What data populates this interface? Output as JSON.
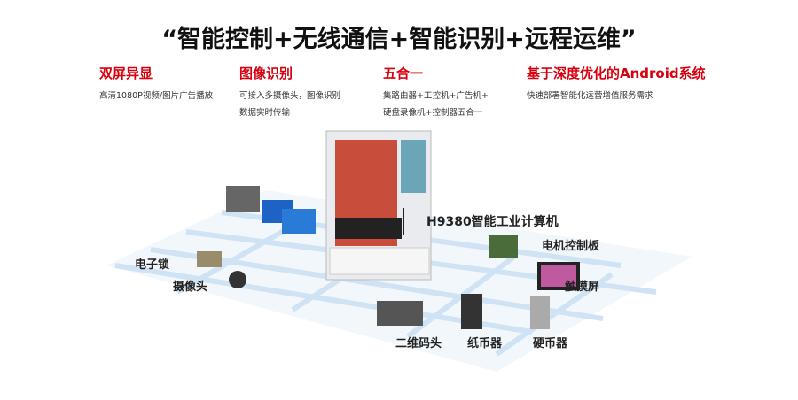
{
  "title": "“智能控制+无线通信+智能识别+远程运维”",
  "features": [
    {
      "heading": "双屏异显",
      "lines": [
        "高清1080P视频/图片广告播放"
      ]
    },
    {
      "heading": "图像识别",
      "lines": [
        "可接入多摄像头，图像识别",
        "数据实时传输"
      ]
    },
    {
      "heading": "五合一",
      "lines": [
        "集路由器+工控机+广告机+",
        "硬盘录像机+控制器五合一"
      ]
    },
    {
      "heading": "基于深度优化的Android系统",
      "lines": [
        "快速部署智能化运营增值服务需求"
      ]
    }
  ],
  "labels": {
    "computer": "H9380智能工业计算机",
    "motor_board": "电机控制板",
    "touchscreen": "触摸屏",
    "lock": "电子锁",
    "camera": "摄像头",
    "qr_reader": "二维码头",
    "bill_acceptor": "纸币器",
    "coin_acceptor": "硬币器"
  },
  "colors": {
    "accent": "#d7000f",
    "grid": "#cfe3f5"
  }
}
